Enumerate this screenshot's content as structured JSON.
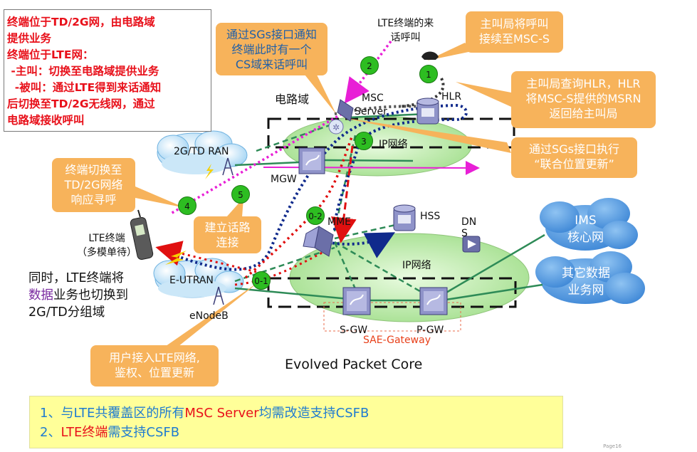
{
  "redbox": {
    "lines": [
      "终端位于TD/2G网，由电路域",
      "提供业务",
      "终端位于LTE网：",
      " -主叫：切换至电路域提供业务",
      "  -被叫：通过LTE得到来话通知",
      "后切换至TD/2G无线网，通过",
      "电路域接收呼叫"
    ]
  },
  "callouts": {
    "sgs_notify": [
      "通过SGs接口通知",
      "终端此时有一个",
      "CS域来话呼叫"
    ],
    "calling_connect": [
      "主叫局将呼叫",
      "接续至MSC-S"
    ],
    "hlr_query": [
      "主叫局查询HLR，HLR",
      "将MSC-S提供的MSRN",
      "返回给主叫局"
    ],
    "joint_update": [
      "通过SGs接口执行",
      "“联合位置更新”"
    ],
    "switch_page": [
      "终端切换至",
      "TD/2G网络",
      "响应寻呼"
    ],
    "setup_call": [
      "建立话路",
      "连接"
    ],
    "user_access": [
      "用户接入LTE网络,",
      "鉴权、位置更新"
    ]
  },
  "labels": {
    "incoming_call": [
      "LTE终端的来",
      "话呼叫"
    ],
    "msc": "MSC",
    "server": "Server",
    "hlr": "HLR",
    "circuit_domain": "电路域",
    "ip_network_top": "IP网络",
    "ran": "2G/TD RAN",
    "mgw": "MGW",
    "mme": "MME",
    "hss": "HSS",
    "dns": "DN S",
    "ip_network_bottom": "IP网络",
    "lte_terminal": [
      "LTE终端",
      "（多模单待）"
    ],
    "eutran": "E-UTRAN",
    "enodeb": "eNodeB",
    "sgw": "S-GW",
    "pgw": "P-GW",
    "sae_gateway": "SAE-Gateway",
    "epc": "Evolved Packet Core",
    "data_note": [
      "同时，LTE终端将",
      "数据业务也切换到",
      "2G/TD分组域"
    ],
    "data_note_highlight": "数据",
    "ims": [
      "IMS",
      "核心网"
    ],
    "other_net": [
      "其它数据",
      "业务网"
    ]
  },
  "badges": [
    "1",
    "2",
    "3",
    "4",
    "5",
    "0-2",
    "0-1"
  ],
  "bottom": {
    "line1": {
      "prefix": "1、与",
      "lte": "LTE",
      "mid": "共覆盖区的所有",
      "msc": "MSC Server",
      "suffix": "均需改造支持CSFB"
    },
    "line2": {
      "prefix": "2、",
      "red": "LTE终端",
      "suffix": "需支持CSFB"
    }
  },
  "page_number": "Page16",
  "colors": {
    "callout": "#f7b35b",
    "callout_text": "#1f5fa8",
    "badge": "#2dbd21",
    "cloud": "#5aa2e6",
    "ip_net": "#c8f0b4",
    "red_text": "#e8101a",
    "magenta": "#e81fd6",
    "navy": "#102a8c",
    "dash_red": "#e01010",
    "bottom_box": "#ffff99"
  }
}
